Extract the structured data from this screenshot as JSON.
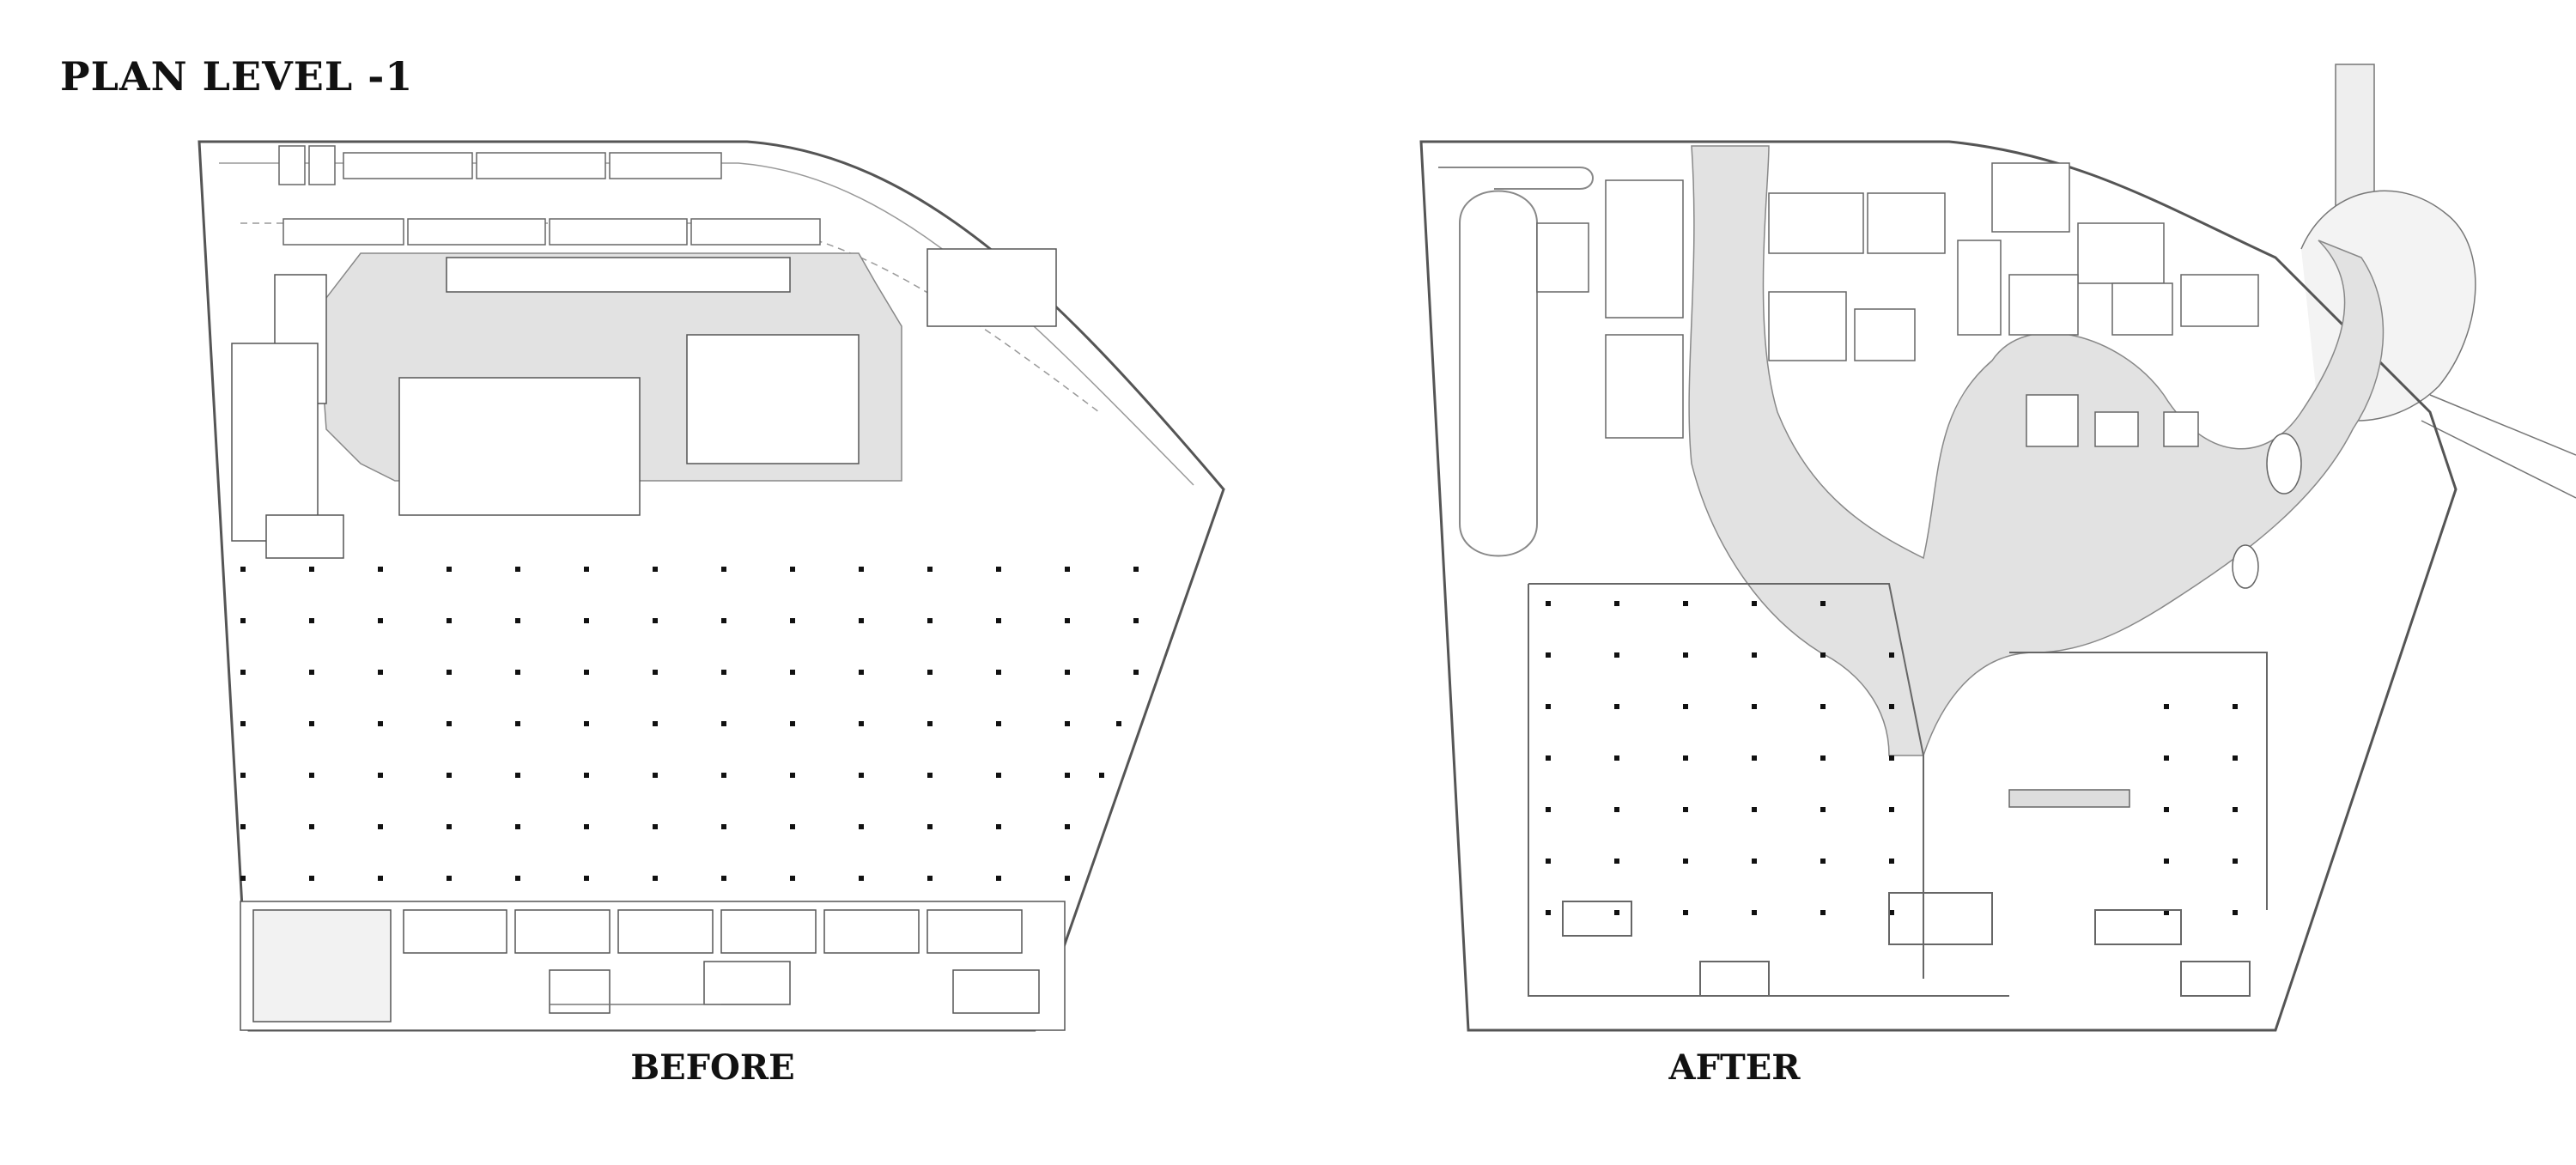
{
  "page": {
    "title": "PLAN LEVEL -1"
  },
  "plans": {
    "before": {
      "caption": "BEFORE"
    },
    "after": {
      "caption": "AFTER"
    }
  }
}
